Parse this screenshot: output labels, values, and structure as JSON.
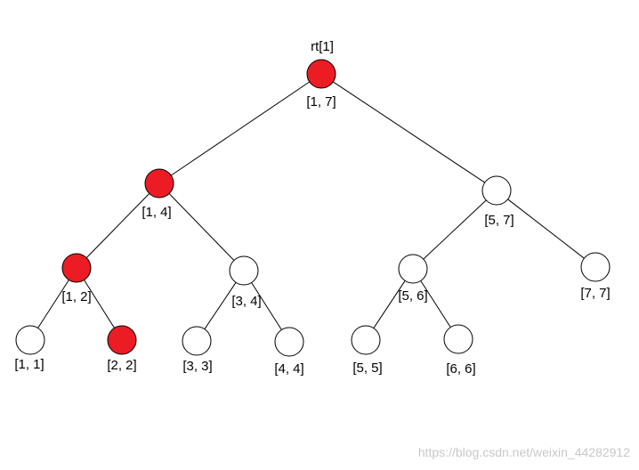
{
  "root_name": "rt[1]",
  "watermark": "https://blog.csdn.net/weixin_44282912",
  "colors": {
    "highlight": "#ec1c24",
    "default": "#ffffff",
    "stroke": "#000000",
    "watermark": "#c8c8c8"
  },
  "nodes": [
    {
      "id": "n1-7",
      "label": "[1, 7]",
      "highlighted": true
    },
    {
      "id": "n1-4",
      "label": "[1, 4]",
      "highlighted": true
    },
    {
      "id": "n5-7",
      "label": "[5, 7]",
      "highlighted": false
    },
    {
      "id": "n1-2",
      "label": "[1, 2]",
      "highlighted": true
    },
    {
      "id": "n3-4",
      "label": "[3, 4]",
      "highlighted": false
    },
    {
      "id": "n5-6",
      "label": "[5, 6]",
      "highlighted": false
    },
    {
      "id": "n7-7",
      "label": "[7, 7]",
      "highlighted": false
    },
    {
      "id": "n1-1",
      "label": "[1, 1]",
      "highlighted": false
    },
    {
      "id": "n2-2",
      "label": "[2, 2]",
      "highlighted": true
    },
    {
      "id": "n3-3",
      "label": "[3, 3]",
      "highlighted": false
    },
    {
      "id": "n4-4",
      "label": "[4, 4]",
      "highlighted": false
    },
    {
      "id": "n5-5",
      "label": "[5, 5]",
      "highlighted": false
    },
    {
      "id": "n6-6",
      "label": "[6, 6]",
      "highlighted": false
    }
  ],
  "edges": [
    [
      "n1-7",
      "n1-4"
    ],
    [
      "n1-7",
      "n5-7"
    ],
    [
      "n1-4",
      "n1-2"
    ],
    [
      "n1-4",
      "n3-4"
    ],
    [
      "n5-7",
      "n5-6"
    ],
    [
      "n5-7",
      "n7-7"
    ],
    [
      "n1-2",
      "n1-1"
    ],
    [
      "n1-2",
      "n2-2"
    ],
    [
      "n3-4",
      "n3-3"
    ],
    [
      "n3-4",
      "n4-4"
    ],
    [
      "n5-6",
      "n5-5"
    ],
    [
      "n5-6",
      "n6-6"
    ]
  ]
}
